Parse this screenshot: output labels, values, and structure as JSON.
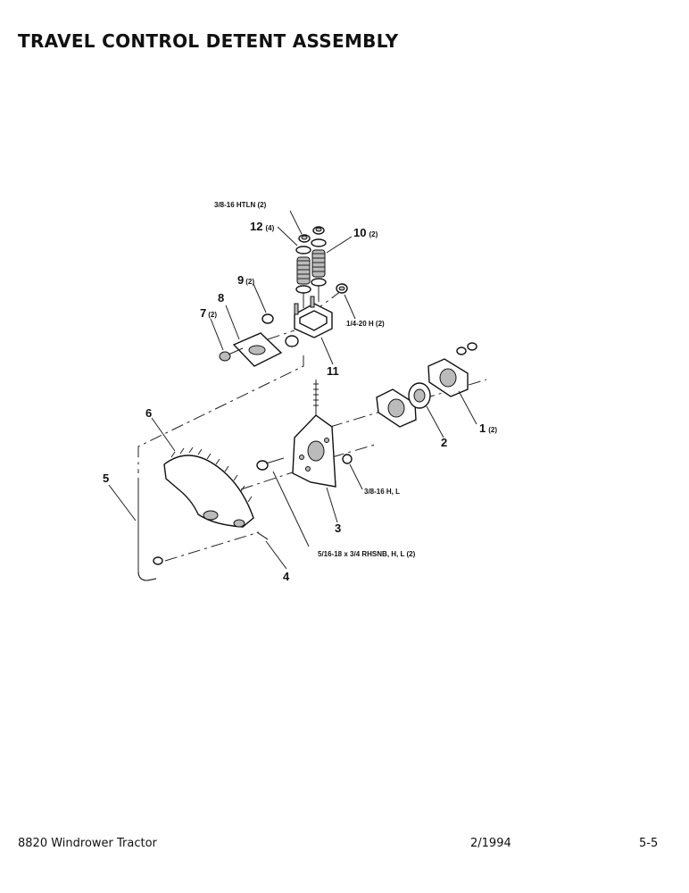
{
  "title": "TRAVEL CONTROL DETENT ASSEMBLY",
  "footer": {
    "left": "8820 Windrower Tractor",
    "middle": "2/1994",
    "right": "5-5"
  },
  "callouts": [
    {
      "id": "1",
      "label": "1",
      "qty": "(2)"
    },
    {
      "id": "2",
      "label": "2",
      "qty": ""
    },
    {
      "id": "3",
      "label": "3",
      "qty": ""
    },
    {
      "id": "4",
      "label": "4",
      "qty": ""
    },
    {
      "id": "5",
      "label": "5",
      "qty": ""
    },
    {
      "id": "6",
      "label": "6",
      "qty": ""
    },
    {
      "id": "7",
      "label": "7",
      "qty": "(2)"
    },
    {
      "id": "8",
      "label": "8",
      "qty": ""
    },
    {
      "id": "9",
      "label": "9",
      "qty": "(2)"
    },
    {
      "id": "10",
      "label": "10",
      "qty": "(2)"
    },
    {
      "id": "11",
      "label": "11",
      "qty": ""
    },
    {
      "id": "12",
      "label": "12",
      "qty": "(4)"
    }
  ],
  "hardware": {
    "htln": "3/8-16 HTLN (2)",
    "h_quarter": "1/4-20 H (2)",
    "hl_38": "3/8-16 H, L",
    "rhsnb": "5/16-18 x 3/4 RHSNB, H, L (2)"
  }
}
